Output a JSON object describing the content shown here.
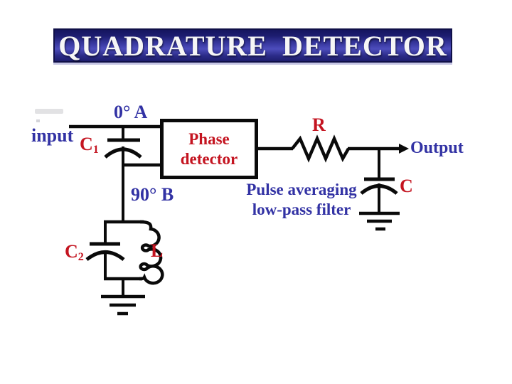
{
  "slide": {
    "title": "QUADRATURE DETECTOR"
  },
  "colors": {
    "banner_top": "#13135a",
    "banner_highlight": "#4d4dbc",
    "banner_bottom": "#1a1a66",
    "title_text": "#f6f6f6",
    "label_blue": "#3232a4",
    "label_red": "#c41420",
    "wire_black": "#0a0a0a",
    "background": "#ffffff"
  },
  "circuit": {
    "input_label": "input",
    "node_a_label": "0° A",
    "node_b_label": "90° B",
    "phase_detector": {
      "line1": "Phase",
      "line2": "detector"
    },
    "filter_caption": {
      "line1": "Pulse averaging",
      "line2": "low-pass filter"
    },
    "components": {
      "c1": {
        "symbol": "C",
        "subscript": "1"
      },
      "c2": {
        "symbol": "C",
        "subscript": "2"
      },
      "inductor": "L",
      "resistor": "R",
      "output_capacitor": "C"
    },
    "output_label": "Output"
  }
}
